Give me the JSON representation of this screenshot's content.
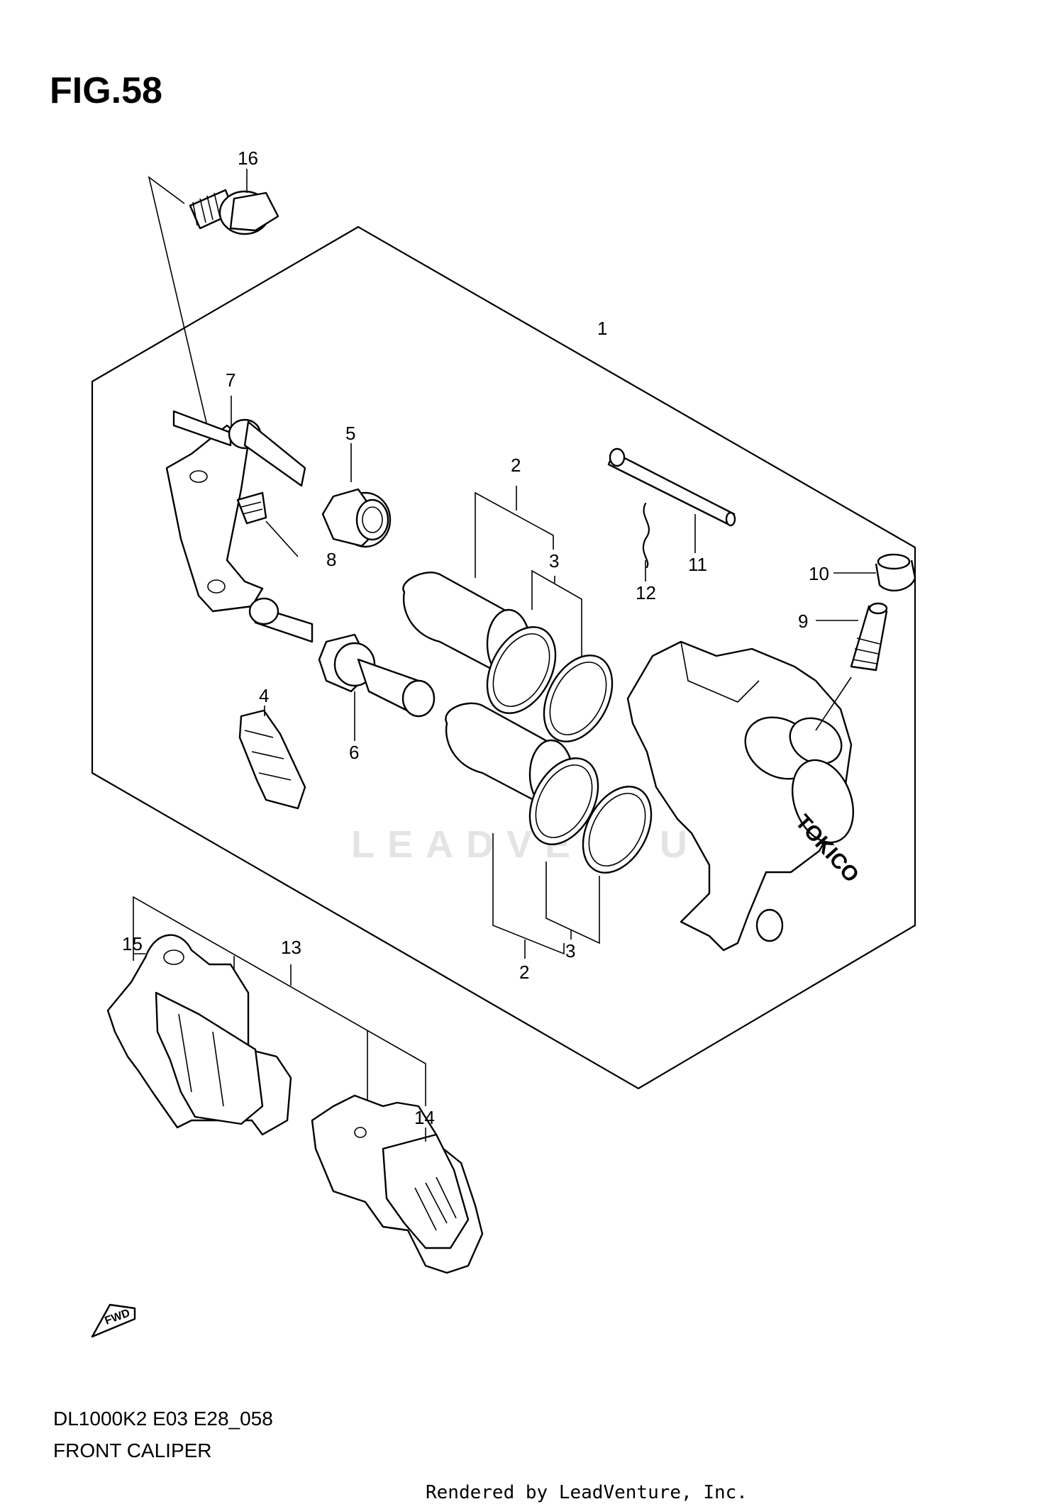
{
  "figure": {
    "title": "FIG.58",
    "model_code": "DL1000K2 E03 E28_058",
    "caption": "FRONT CALIPER",
    "footer": "Rendered by LeadVenture, Inc.",
    "watermark": "LEADVENTURE",
    "caliper_brand": "TOKICO",
    "fwd_label": "FWD"
  },
  "callouts": [
    {
      "id": "callout-1",
      "label": "1"
    },
    {
      "id": "callout-2-upper",
      "label": "2"
    },
    {
      "id": "callout-3-upper",
      "label": "3"
    },
    {
      "id": "callout-4",
      "label": "4"
    },
    {
      "id": "callout-5",
      "label": "5"
    },
    {
      "id": "callout-6",
      "label": "6"
    },
    {
      "id": "callout-7",
      "label": "7"
    },
    {
      "id": "callout-8",
      "label": "8"
    },
    {
      "id": "callout-9",
      "label": "9"
    },
    {
      "id": "callout-10",
      "label": "10"
    },
    {
      "id": "callout-11",
      "label": "11"
    },
    {
      "id": "callout-12",
      "label": "12"
    },
    {
      "id": "callout-13",
      "label": "13"
    },
    {
      "id": "callout-14",
      "label": "14"
    },
    {
      "id": "callout-15",
      "label": "15"
    },
    {
      "id": "callout-16",
      "label": "16"
    },
    {
      "id": "callout-3-lower",
      "label": "3"
    },
    {
      "id": "callout-2-lower",
      "label": "2"
    }
  ]
}
